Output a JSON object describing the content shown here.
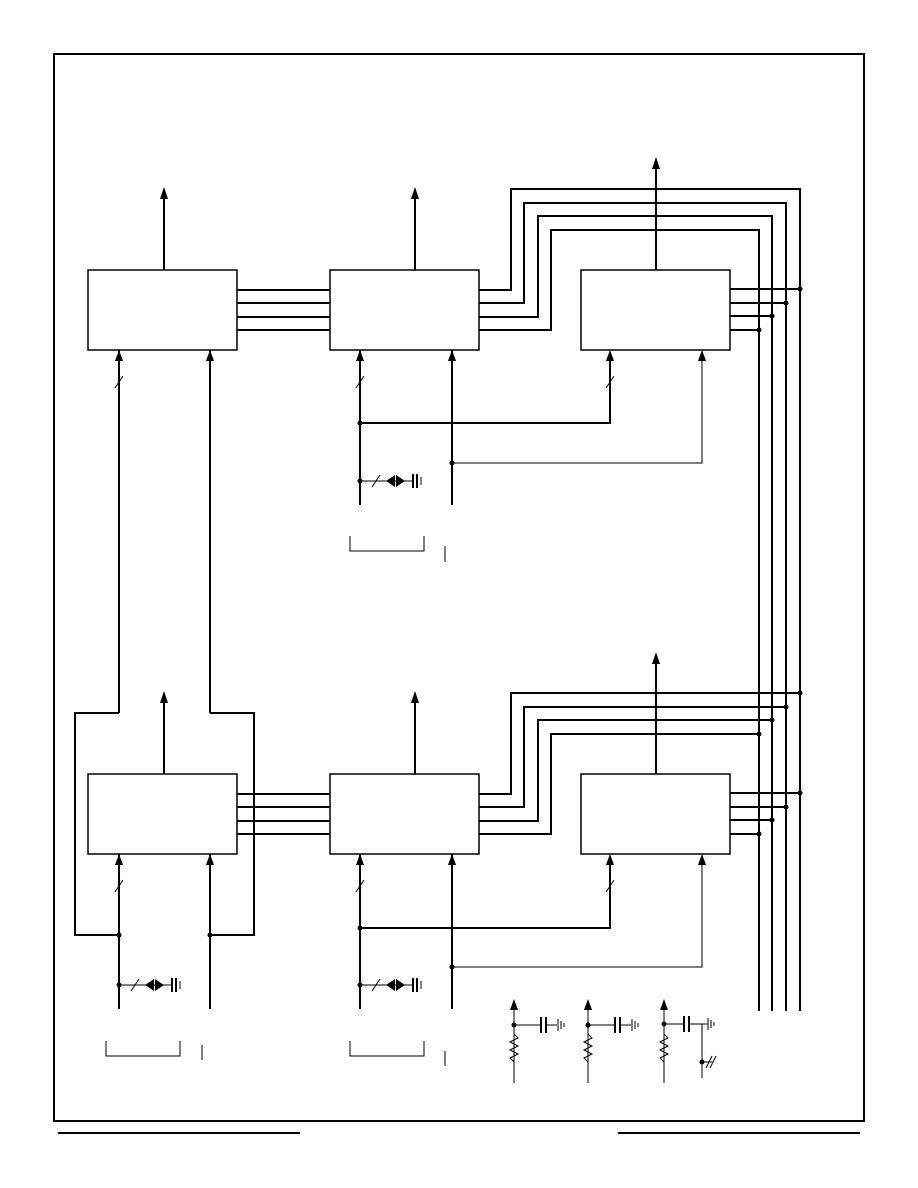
{
  "page": {
    "background": "#ffffff",
    "line_color": "#000000"
  },
  "sections": [
    {
      "id": "top",
      "blocks": [
        "block-a",
        "block-b",
        "block-c"
      ]
    },
    {
      "id": "bottom",
      "blocks": [
        "block-a",
        "block-b",
        "block-c"
      ]
    }
  ],
  "symbols": {
    "bus_slash": "bus-slash-icon",
    "arrow": "arrow-up-icon",
    "junction": "junction-dot-icon",
    "capacitor": "capacitor-icon",
    "resistor": "resistor-icon",
    "ground": "ground-icon",
    "diode": "diode-icon"
  }
}
